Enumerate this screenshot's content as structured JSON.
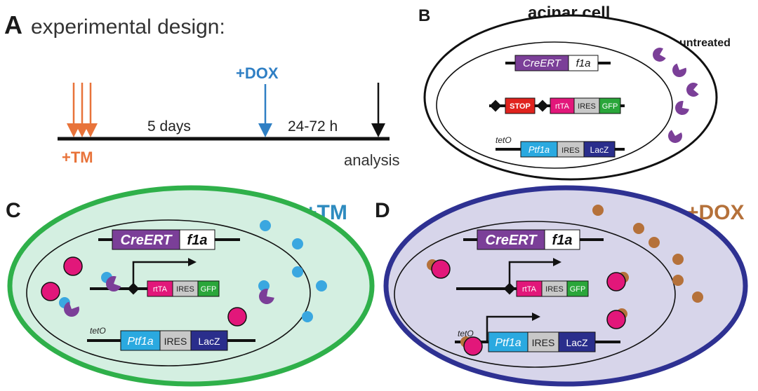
{
  "panelA": {
    "letter": "A",
    "title": "experimental design:",
    "tm_label": "+TM",
    "dox_label": "+DOX",
    "interval1": "5 days",
    "interval2": "24-72 h",
    "analysis_label": "analysis"
  },
  "panelB": {
    "letter": "B",
    "cell_label": "acinar cell",
    "condition": "untreated",
    "creert": "CreERT",
    "f1a": "f1a",
    "stop": "STOP",
    "rtta": "rtTA",
    "ires": "IRES",
    "gfp": "GFP",
    "teto": "tetO",
    "ptf1a": "Ptf1a",
    "lacz": "LacZ"
  },
  "panelC": {
    "letter": "C",
    "condition": "+TM",
    "creert": "CreERT",
    "f1a": "f1a",
    "rtta": "rtTA",
    "ires": "IRES",
    "gfp": "GFP",
    "teto": "tetO",
    "ptf1a": "Ptf1a",
    "lacz": "LacZ"
  },
  "panelD": {
    "letter": "D",
    "condition": "+DOX",
    "creert": "CreERT",
    "f1a": "f1a",
    "rtta": "rtTA",
    "ires": "IRES",
    "gfp": "GFP",
    "teto": "tetO",
    "ptf1a": "Ptf1a",
    "lacz": "LacZ"
  },
  "colors": {
    "tm_orange": "#e8733a",
    "dox_blue": "#2f7fc4",
    "dox_brown": "#b5713a",
    "creert_purple": "#7b3f98",
    "pacman_purple": "#7b3f98",
    "rtta_magenta": "#e2177a",
    "ires_gray": "#c8c8c8",
    "gfp_green": "#2aa63a",
    "ptf1a_blue": "#2aa9e0",
    "lacz_navy": "#2a2e8c",
    "stop_red": "#e0231e",
    "green_cell": "#2fb04a",
    "green_fill": "#d4efe1",
    "navy_cell": "#2e3192",
    "lavender_fill": "#d7d5ea",
    "tm_dot": "#3aa7e0",
    "magenta_dot": "#e2177a"
  }
}
